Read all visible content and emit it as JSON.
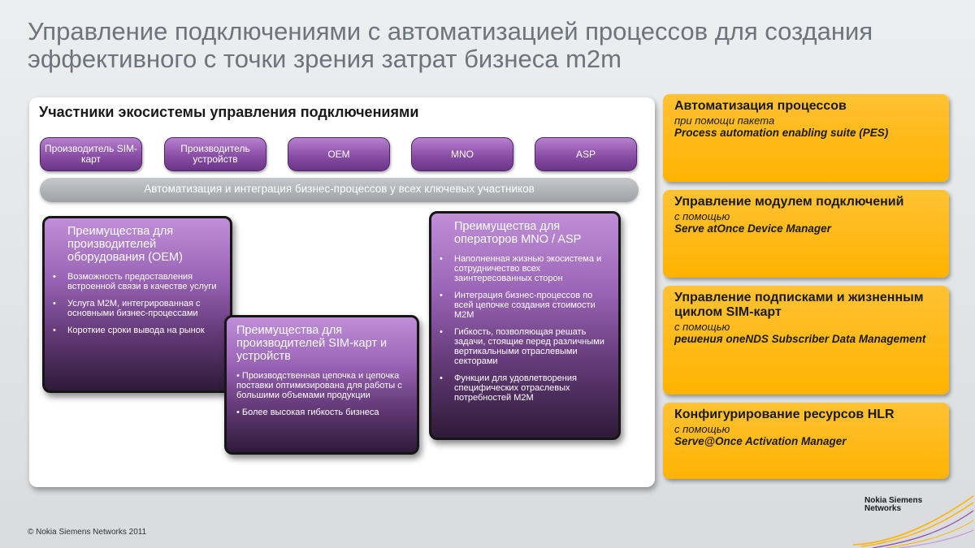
{
  "slide": {
    "title_line1": "Управление подключениями с автоматизацией процессов для создания",
    "title_line2": "эффективного с точки зрения затрат бизнеса m2m",
    "copyright": "© Nokia Siemens Networks 2011"
  },
  "panel": {
    "title": "Участники экосистемы управления подключениями",
    "pills": [
      {
        "label": "Производитель SIM-карт"
      },
      {
        "label": "Производитель устройств"
      },
      {
        "label": "OEM"
      },
      {
        "label": "MNO"
      },
      {
        "label": "ASP"
      }
    ],
    "bar_text": "Автоматизация и интеграция бизнес-процессов у всех ключевых участников"
  },
  "cards": {
    "oem": {
      "title": "Преимущества для производителей оборудования (OEM)",
      "items": [
        "Возможность предоставления встроенной связи в качестве услуги",
        "Услуга M2M, интегрированная с основными бизнес-процессами",
        "Короткие сроки вывода на рынок"
      ]
    },
    "sim": {
      "title": "Преимущества для производителей SIM-карт и устройств",
      "items": [
        "• Производственная цепочка и цепочка поставки оптимизирована для работы с большими объемами продукции",
        "• Более высокая гибкость бизнеса"
      ]
    },
    "mno": {
      "title": "Преимущества для операторов MNO / ASP",
      "items": [
        "Наполненная жизнью экосистема и сотрудничество всех заинтересованных сторон",
        "Интеграция бизнес-процессов по всей цепочке создания стоимости M2M",
        "Гибкость, позволяющая решать задачи, стоящие перед различными вертикальными отраслевыми секторами",
        "Функции для удовлетворения специфических отраслевых потребностей M2M"
      ]
    }
  },
  "side": [
    {
      "title": "Автоматизация процессов",
      "sub": "при помощи пакета",
      "product": "Process automation enabling suite (PES)"
    },
    {
      "title": "Управление модулем подключений",
      "sub": "с помощью",
      "product": "Serve atOnce Device Manager"
    },
    {
      "title": "Управление подписками и жизненным циклом SIM-карт",
      "sub": "с помощью",
      "product": "решения oneNDS Subscriber Data Management"
    },
    {
      "title": "Конфигурирование ресурсов HLR",
      "sub": "с помощью",
      "product": "Serve@Once Activation Manager"
    }
  ],
  "logo": {
    "line1": "Nokia Siemens",
    "line2": "Networks",
    "icon": "nokia-siemens-networks-swoosh-logo",
    "colors": {
      "accent": "#ffb300",
      "purple": "#8a4ea6"
    }
  }
}
